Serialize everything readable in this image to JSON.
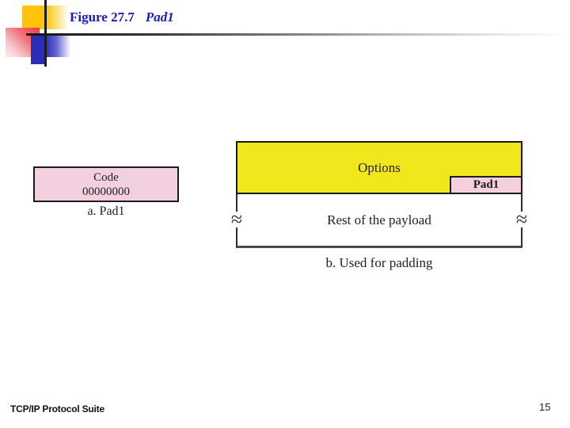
{
  "header": {
    "figure_label": "Figure 27.7",
    "figure_name": "Pad1"
  },
  "part_a": {
    "box_line1": "Code",
    "box_line2": "00000000",
    "caption": "a. Pad1"
  },
  "part_b": {
    "options_label": "Options",
    "pad1_label": "Pad1",
    "payload_label": "Rest of the payload",
    "caption": "b. Used for padding",
    "break_symbol": "≈"
  },
  "footer": {
    "left": "TCP/IP Protocol Suite",
    "page_number": "15"
  },
  "colors": {
    "title_blue": "#1B1BC3",
    "box_pink": "#F3D0E0",
    "pad1_pink": "#F6CFDF",
    "options_yellow": "#F2E71C",
    "decor_gold": "#FFC30B",
    "decor_red": "#EE3A45",
    "decor_blue": "#2A2EB7",
    "border_black": "#1b1b1b"
  }
}
